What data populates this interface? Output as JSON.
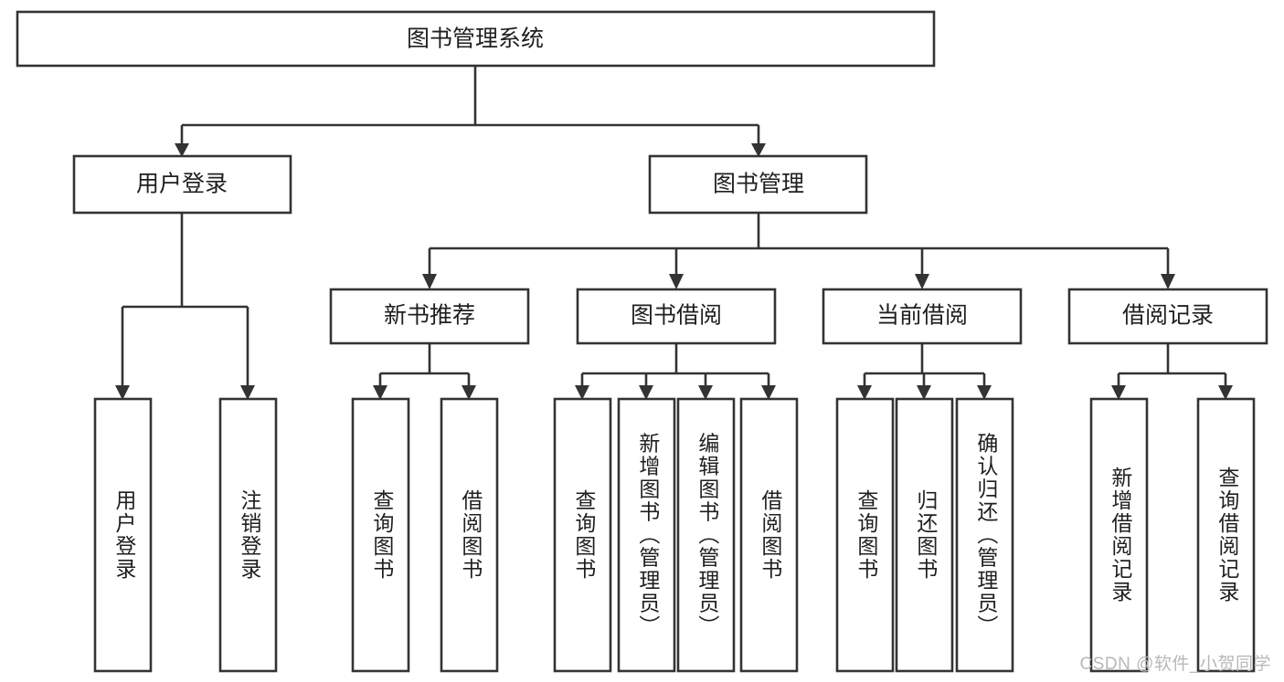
{
  "diagram": {
    "type": "tree-hierarchy",
    "title": "图书管理系统",
    "orientation": "top-down",
    "background_color": "#ffffff",
    "line_color": "#333333",
    "text_color": "#1f1f1f",
    "levels": 4,
    "root": {
      "id": "root",
      "label": "图书管理系统",
      "text_orientation": "horizontal"
    },
    "level2": [
      {
        "id": "user-login",
        "label": "用户登录",
        "text_orientation": "horizontal"
      },
      {
        "id": "book-management",
        "label": "图书管理",
        "text_orientation": "horizontal"
      }
    ],
    "level3": [
      {
        "id": "new-book-recommend",
        "label": "新书推荐",
        "parent": "book-management",
        "text_orientation": "horizontal"
      },
      {
        "id": "book-borrow",
        "label": "图书借阅",
        "parent": "book-management",
        "text_orientation": "horizontal"
      },
      {
        "id": "current-borrow",
        "label": "当前借阅",
        "parent": "book-management",
        "text_orientation": "horizontal"
      },
      {
        "id": "borrow-record",
        "label": "借阅记录",
        "parent": "book-management",
        "text_orientation": "horizontal"
      }
    ],
    "leaves": [
      {
        "id": "leaf-user-login",
        "label": "用户登录",
        "parent": "user-login",
        "text_orientation": "vertical"
      },
      {
        "id": "leaf-logout-login",
        "label": "注销登录",
        "parent": "user-login",
        "text_orientation": "vertical"
      },
      {
        "id": "leaf-query-book-1",
        "label": "查询图书",
        "parent": "new-book-recommend",
        "text_orientation": "vertical"
      },
      {
        "id": "leaf-borrow-book-1",
        "label": "借阅图书",
        "parent": "new-book-recommend",
        "text_orientation": "vertical"
      },
      {
        "id": "leaf-query-book-2",
        "label": "查询图书",
        "parent": "book-borrow",
        "text_orientation": "vertical"
      },
      {
        "id": "leaf-add-book-admin",
        "label": "新增图书（管理员）",
        "parent": "book-borrow",
        "text_orientation": "vertical"
      },
      {
        "id": "leaf-edit-book-admin",
        "label": "编辑图书（管理员）",
        "parent": "book-borrow",
        "text_orientation": "vertical"
      },
      {
        "id": "leaf-borrow-book-2",
        "label": "借阅图书",
        "parent": "book-borrow",
        "text_orientation": "vertical"
      },
      {
        "id": "leaf-query-book-3",
        "label": "查询图书",
        "parent": "current-borrow",
        "text_orientation": "vertical"
      },
      {
        "id": "leaf-return-book",
        "label": "归还图书",
        "parent": "current-borrow",
        "text_orientation": "vertical"
      },
      {
        "id": "leaf-confirm-return-admin",
        "label": "确认归还（管理员）",
        "parent": "current-borrow",
        "text_orientation": "vertical"
      },
      {
        "id": "leaf-add-borrow-record",
        "label": "新增借阅记录",
        "parent": "borrow-record",
        "text_orientation": "vertical"
      },
      {
        "id": "leaf-query-borrow-record",
        "label": "查询借阅记录",
        "parent": "borrow-record",
        "text_orientation": "vertical"
      }
    ]
  },
  "watermark": {
    "text": "CSDN @软件_小贺同学",
    "color": "#b8b8b8"
  }
}
